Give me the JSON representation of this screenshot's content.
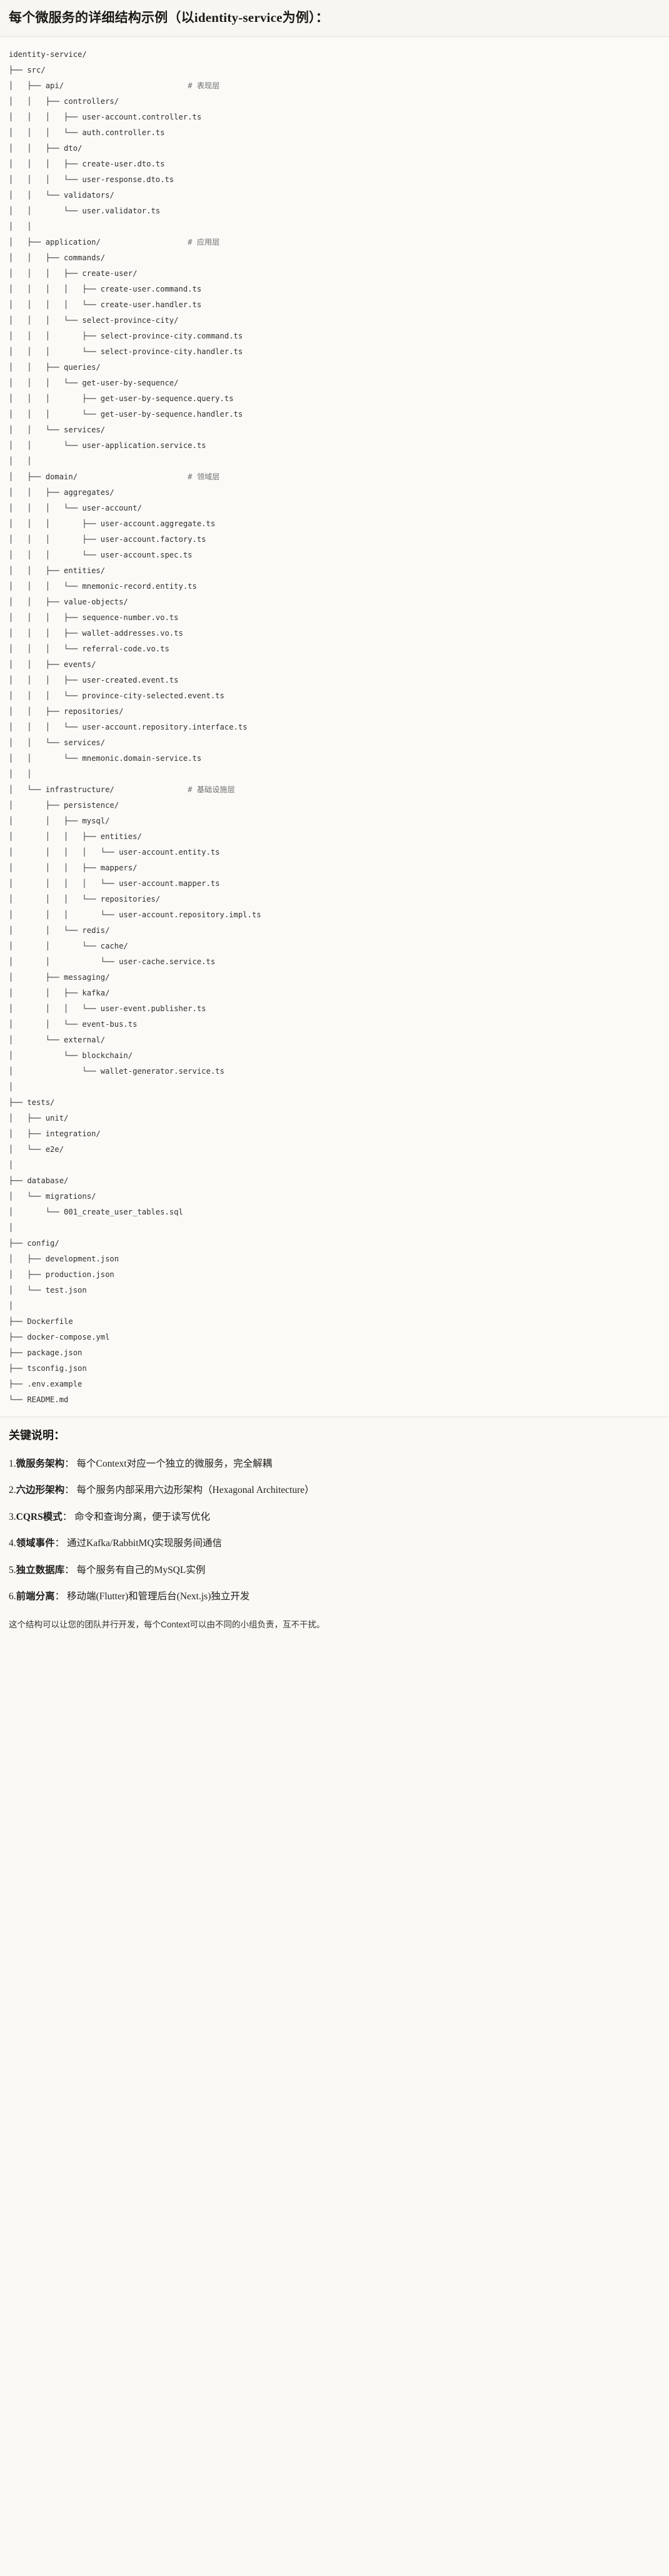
{
  "header": {
    "title": "每个微服务的详细结构示例（以identity-service为例）："
  },
  "tree": {
    "root": "identity-service/",
    "lines": [
      {
        "prefix": "",
        "name": "identity-service/",
        "comment": ""
      },
      {
        "prefix": "├── ",
        "name": "src/",
        "comment": ""
      },
      {
        "prefix": "│   ├── ",
        "name": "api/",
        "comment": "# 表现层"
      },
      {
        "prefix": "│   │   ├── ",
        "name": "controllers/",
        "comment": ""
      },
      {
        "prefix": "│   │   │   ├── ",
        "name": "user-account.controller.ts",
        "comment": ""
      },
      {
        "prefix": "│   │   │   └── ",
        "name": "auth.controller.ts",
        "comment": ""
      },
      {
        "prefix": "│   │   ├── ",
        "name": "dto/",
        "comment": ""
      },
      {
        "prefix": "│   │   │   ├── ",
        "name": "create-user.dto.ts",
        "comment": ""
      },
      {
        "prefix": "│   │   │   └── ",
        "name": "user-response.dto.ts",
        "comment": ""
      },
      {
        "prefix": "│   │   └── ",
        "name": "validators/",
        "comment": ""
      },
      {
        "prefix": "│   │       └── ",
        "name": "user.validator.ts",
        "comment": ""
      },
      {
        "prefix": "│   │",
        "name": "",
        "comment": ""
      },
      {
        "prefix": "│   ├── ",
        "name": "application/",
        "comment": "# 应用层"
      },
      {
        "prefix": "│   │   ├── ",
        "name": "commands/",
        "comment": ""
      },
      {
        "prefix": "│   │   │   ├── ",
        "name": "create-user/",
        "comment": ""
      },
      {
        "prefix": "│   │   │   │   ├── ",
        "name": "create-user.command.ts",
        "comment": ""
      },
      {
        "prefix": "│   │   │   │   └── ",
        "name": "create-user.handler.ts",
        "comment": ""
      },
      {
        "prefix": "│   │   │   └── ",
        "name": "select-province-city/",
        "comment": ""
      },
      {
        "prefix": "│   │   │       ├── ",
        "name": "select-province-city.command.ts",
        "comment": ""
      },
      {
        "prefix": "│   │   │       └── ",
        "name": "select-province-city.handler.ts",
        "comment": ""
      },
      {
        "prefix": "│   │   ├── ",
        "name": "queries/",
        "comment": ""
      },
      {
        "prefix": "│   │   │   └── ",
        "name": "get-user-by-sequence/",
        "comment": ""
      },
      {
        "prefix": "│   │   │       ├── ",
        "name": "get-user-by-sequence.query.ts",
        "comment": ""
      },
      {
        "prefix": "│   │   │       └── ",
        "name": "get-user-by-sequence.handler.ts",
        "comment": ""
      },
      {
        "prefix": "│   │   └── ",
        "name": "services/",
        "comment": ""
      },
      {
        "prefix": "│   │       └── ",
        "name": "user-application.service.ts",
        "comment": ""
      },
      {
        "prefix": "│   │",
        "name": "",
        "comment": ""
      },
      {
        "prefix": "│   ├── ",
        "name": "domain/",
        "comment": "# 领域层"
      },
      {
        "prefix": "│   │   ├── ",
        "name": "aggregates/",
        "comment": ""
      },
      {
        "prefix": "│   │   │   └── ",
        "name": "user-account/",
        "comment": ""
      },
      {
        "prefix": "│   │   │       ├── ",
        "name": "user-account.aggregate.ts",
        "comment": ""
      },
      {
        "prefix": "│   │   │       ├── ",
        "name": "user-account.factory.ts",
        "comment": ""
      },
      {
        "prefix": "│   │   │       └── ",
        "name": "user-account.spec.ts",
        "comment": ""
      },
      {
        "prefix": "│   │   ├── ",
        "name": "entities/",
        "comment": ""
      },
      {
        "prefix": "│   │   │   └── ",
        "name": "mnemonic-record.entity.ts",
        "comment": ""
      },
      {
        "prefix": "│   │   ├── ",
        "name": "value-objects/",
        "comment": ""
      },
      {
        "prefix": "│   │   │   ├── ",
        "name": "sequence-number.vo.ts",
        "comment": ""
      },
      {
        "prefix": "│   │   │   ├── ",
        "name": "wallet-addresses.vo.ts",
        "comment": ""
      },
      {
        "prefix": "│   │   │   └── ",
        "name": "referral-code.vo.ts",
        "comment": ""
      },
      {
        "prefix": "│   │   ├── ",
        "name": "events/",
        "comment": ""
      },
      {
        "prefix": "│   │   │   ├── ",
        "name": "user-created.event.ts",
        "comment": ""
      },
      {
        "prefix": "│   │   │   └── ",
        "name": "province-city-selected.event.ts",
        "comment": ""
      },
      {
        "prefix": "│   │   ├── ",
        "name": "repositories/",
        "comment": ""
      },
      {
        "prefix": "│   │   │   └── ",
        "name": "user-account.repository.interface.ts",
        "comment": ""
      },
      {
        "prefix": "│   │   └── ",
        "name": "services/",
        "comment": ""
      },
      {
        "prefix": "│   │       └── ",
        "name": "mnemonic.domain-service.ts",
        "comment": ""
      },
      {
        "prefix": "│   │",
        "name": "",
        "comment": ""
      },
      {
        "prefix": "│   └── ",
        "name": "infrastructure/",
        "comment": "# 基础设施层"
      },
      {
        "prefix": "│       ├── ",
        "name": "persistence/",
        "comment": ""
      },
      {
        "prefix": "│       │   ├── ",
        "name": "mysql/",
        "comment": ""
      },
      {
        "prefix": "│       │   │   ├── ",
        "name": "entities/",
        "comment": ""
      },
      {
        "prefix": "│       │   │   │   └── ",
        "name": "user-account.entity.ts",
        "comment": ""
      },
      {
        "prefix": "│       │   │   ├── ",
        "name": "mappers/",
        "comment": ""
      },
      {
        "prefix": "│       │   │   │   └── ",
        "name": "user-account.mapper.ts",
        "comment": ""
      },
      {
        "prefix": "│       │   │   └── ",
        "name": "repositories/",
        "comment": ""
      },
      {
        "prefix": "│       │   │       └── ",
        "name": "user-account.repository.impl.ts",
        "comment": ""
      },
      {
        "prefix": "│       │   └── ",
        "name": "redis/",
        "comment": ""
      },
      {
        "prefix": "│       │       └── ",
        "name": "cache/",
        "comment": ""
      },
      {
        "prefix": "│       │           └── ",
        "name": "user-cache.service.ts",
        "comment": ""
      },
      {
        "prefix": "│       ├── ",
        "name": "messaging/",
        "comment": ""
      },
      {
        "prefix": "│       │   ├── ",
        "name": "kafka/",
        "comment": ""
      },
      {
        "prefix": "│       │   │   └── ",
        "name": "user-event.publisher.ts",
        "comment": ""
      },
      {
        "prefix": "│       │   └── ",
        "name": "event-bus.ts",
        "comment": ""
      },
      {
        "prefix": "│       └── ",
        "name": "external/",
        "comment": ""
      },
      {
        "prefix": "│           └── ",
        "name": "blockchain/",
        "comment": ""
      },
      {
        "prefix": "│               └── ",
        "name": "wallet-generator.service.ts",
        "comment": ""
      },
      {
        "prefix": "│",
        "name": "",
        "comment": ""
      },
      {
        "prefix": "├── ",
        "name": "tests/",
        "comment": ""
      },
      {
        "prefix": "│   ├── ",
        "name": "unit/",
        "comment": ""
      },
      {
        "prefix": "│   ├── ",
        "name": "integration/",
        "comment": ""
      },
      {
        "prefix": "│   └── ",
        "name": "e2e/",
        "comment": ""
      },
      {
        "prefix": "│",
        "name": "",
        "comment": ""
      },
      {
        "prefix": "├── ",
        "name": "database/",
        "comment": ""
      },
      {
        "prefix": "│   └── ",
        "name": "migrations/",
        "comment": ""
      },
      {
        "prefix": "│       └── ",
        "name": "001_create_user_tables.sql",
        "comment": ""
      },
      {
        "prefix": "│",
        "name": "",
        "comment": ""
      },
      {
        "prefix": "├── ",
        "name": "config/",
        "comment": ""
      },
      {
        "prefix": "│   ├── ",
        "name": "development.json",
        "comment": ""
      },
      {
        "prefix": "│   ├── ",
        "name": "production.json",
        "comment": ""
      },
      {
        "prefix": "│   └── ",
        "name": "test.json",
        "comment": ""
      },
      {
        "prefix": "│",
        "name": "",
        "comment": ""
      },
      {
        "prefix": "├── ",
        "name": "Dockerfile",
        "comment": ""
      },
      {
        "prefix": "├── ",
        "name": "docker-compose.yml",
        "comment": ""
      },
      {
        "prefix": "├── ",
        "name": "package.json",
        "comment": ""
      },
      {
        "prefix": "├── ",
        "name": "tsconfig.json",
        "comment": ""
      },
      {
        "prefix": "├── ",
        "name": ".env.example",
        "comment": ""
      },
      {
        "prefix": "└── ",
        "name": "README.md",
        "comment": ""
      }
    ],
    "text": "identity-service/\n├── src/\n│   ├── api/                          # 表现层\n│   │   ├── controllers/\n│   │   │   ├── user-account.controller.ts\n│   │   │   └── auth.controller.ts\n│   │   ├── dto/\n│   │   │   ├── create-user.dto.ts\n│   │   │   └── user-response.dto.ts\n│   │   └── validators/\n│   │       └── user.validator.ts\n│   │\n│   ├── application/                  # 应用层\n│   │   ├── commands/\n│   │   │   ├── create-user/\n│   │   │   │   ├── create-user.command.ts\n│   │   │   │   └── create-user.handler.ts\n│   │   │   └── select-province-city/\n│   │   │       ├── select-province-city.command.ts\n│   │   │       └── select-province-city.handler.ts\n│   │   ├── queries/\n│   │   │   └── get-user-by-sequence/\n│   │   │       ├── get-user-by-sequence.query.ts\n│   │   │       └── get-user-by-sequence.handler.ts\n│   │   └── services/\n│   │       └── user-application.service.ts\n│   │\n│   ├── domain/                       # 领域层\n│   │   ├── aggregates/\n│   │   │   └── user-account/\n│   │   │       ├── user-account.aggregate.ts\n│   │   │       ├── user-account.factory.ts\n│   │   │       └── user-account.spec.ts\n│   │   ├── entities/\n│   │   │   └── mnemonic-record.entity.ts\n│   │   ├── value-objects/\n│   │   │   ├── sequence-number.vo.ts\n│   │   │   ├── wallet-addresses.vo.ts\n│   │   │   └── referral-code.vo.ts\n│   │   ├── events/\n│   │   │   ├── user-created.event.ts\n│   │   │   └── province-city-selected.event.ts\n│   │   ├── repositories/\n│   │   │   └── user-account.repository.interface.ts\n│   │   └── services/\n│   │       └── mnemonic.domain-service.ts\n│   │\n│   └── infrastructure/               # 基础设施层\n│       ├── persistence/\n│       │   ├── mysql/\n│       │   │   ├── entities/\n│       │   │   │   └── user-account.entity.ts\n│       │   │   ├── mappers/\n│       │   │   │   └── user-account.mapper.ts\n│       │   │   └── repositories/\n│       │   │       └── user-account.repository.impl.ts\n│       │   └── redis/\n│       │       └── cache/\n│       │           └── user-cache.service.ts\n│       ├── messaging/\n│       │   ├── kafka/\n│       │   │   └── user-event.publisher.ts\n│       │   └── event-bus.ts\n│       └── external/\n│           └── blockchain/\n│               └── wallet-generator.service.ts\n│\n├── tests/\n│   ├── unit/\n│   ├── integration/\n│   └── e2e/\n│\n├── database/\n│   └── migrations/\n│       └── 001_create_user_tables.sql\n│\n├── config/\n│   ├── development.json\n│   ├── production.json\n│   └── test.json\n│\n├── Dockerfile\n├── docker-compose.yml\n├── package.json\n├── tsconfig.json\n├── .env.example\n└── README.md"
  },
  "notes": {
    "heading": "关键说明：",
    "items": [
      {
        "index": "1.",
        "term": "微服务架构",
        "sep": "：",
        "desc": "每个Context对应一个独立的微服务，完全解耦"
      },
      {
        "index": "2.",
        "term": "六边形架构",
        "sep": "：",
        "desc": "每个服务内部采用六边形架构（Hexagonal Architecture）"
      },
      {
        "index": "3.",
        "term": "CQRS模式",
        "sep": "：",
        "desc": "命令和查询分离，便于读写优化"
      },
      {
        "index": "4.",
        "term": "领域事件",
        "sep": "：",
        "desc": "通过Kafka/RabbitMQ实现服务间通信"
      },
      {
        "index": "5.",
        "term": "独立数据库",
        "sep": "：",
        "desc": "每个服务有自己的MySQL实例"
      },
      {
        "index": "6.",
        "term": "前端分离",
        "sep": "：",
        "desc": "移动端(Flutter)和管理后台(Next.js)独立开发"
      }
    ],
    "closing": "这个结构可以让您的团队并行开发，每个Context可以由不同的小组负责，互不干扰。"
  },
  "colors": {
    "page_bg": "#faf9f5",
    "header_bg": "#f7f6f1",
    "code_bg": "#fbfaf7",
    "border": "#e6e3da",
    "text": "#1f1e1c",
    "code_text": "#2f2f2f",
    "comment_text": "#6e6e6e"
  }
}
